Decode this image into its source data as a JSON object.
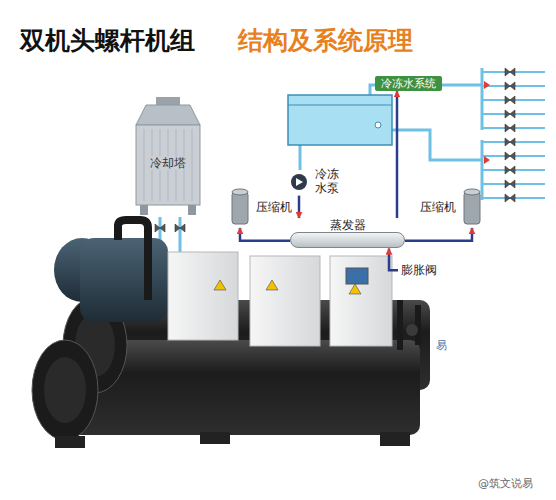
{
  "diagram": {
    "title": "双机头螺杆机组",
    "nodes": [
      {
        "text": [
          "冷却塔"
        ]
      },
      {
        "text": [
          "冷冻水系统"
        ]
      },
      {
        "text": [
          "冷冻 水泵"
        ]
      },
      {
        "text": [
          "压缩机"
        ]
      },
      {
        "text": [
          "蒸发器"
        ]
      },
      {
        "text": [
          "压缩机"
        ]
      },
      {
        "text": [
          "膨胀阀"
        ]
      }
    ],
    "edges": [
      {
        "from": 2,
        "to": 4,
        "arrow": "to"
      },
      {
        "from": 4,
        "to": 3,
        "arrow": "to"
      },
      {
        "from": 4,
        "to": 5,
        "arrow": "to"
      },
      {
        "from": 6,
        "to": 4,
        "arrow": "to"
      },
      {
        "from": 4,
        "to": 1,
        "arrow": "to"
      }
    ],
    "labels": [
      "结构及系统原理",
      "易",
      "@筑文说易"
    ]
  }
}
